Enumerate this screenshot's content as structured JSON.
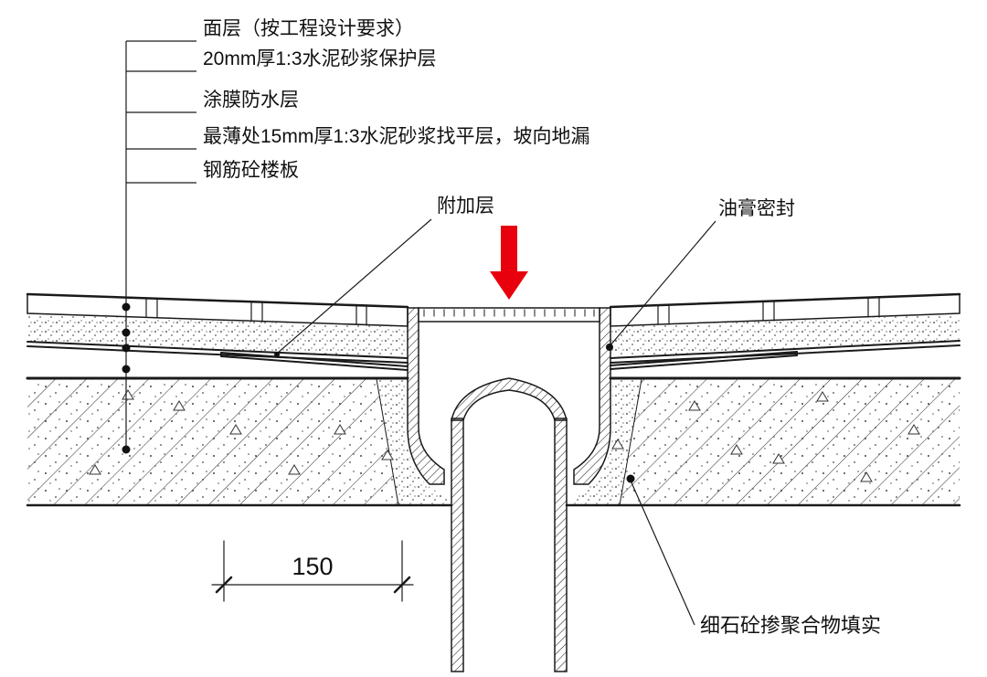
{
  "title": "floor-drain-construction-detail",
  "callouts": {
    "surface_layer": "面层（按工程设计要求）",
    "protection_layer": "20mm厚1:3水泥砂浆保护层",
    "waterproof_layer": "涂膜防水层",
    "leveling_layer": "最薄处15mm厚1:3水泥砂浆找平层，坡向地漏",
    "slab": "钢筋砼楼板",
    "additional_layer": "附加层",
    "sealant": "油膏密封",
    "fill": "细石砼掺聚合物填实"
  },
  "dimension": {
    "value": "150"
  },
  "colors": {
    "arrow_red": "#e8000d",
    "line": "#1a1a1a"
  }
}
